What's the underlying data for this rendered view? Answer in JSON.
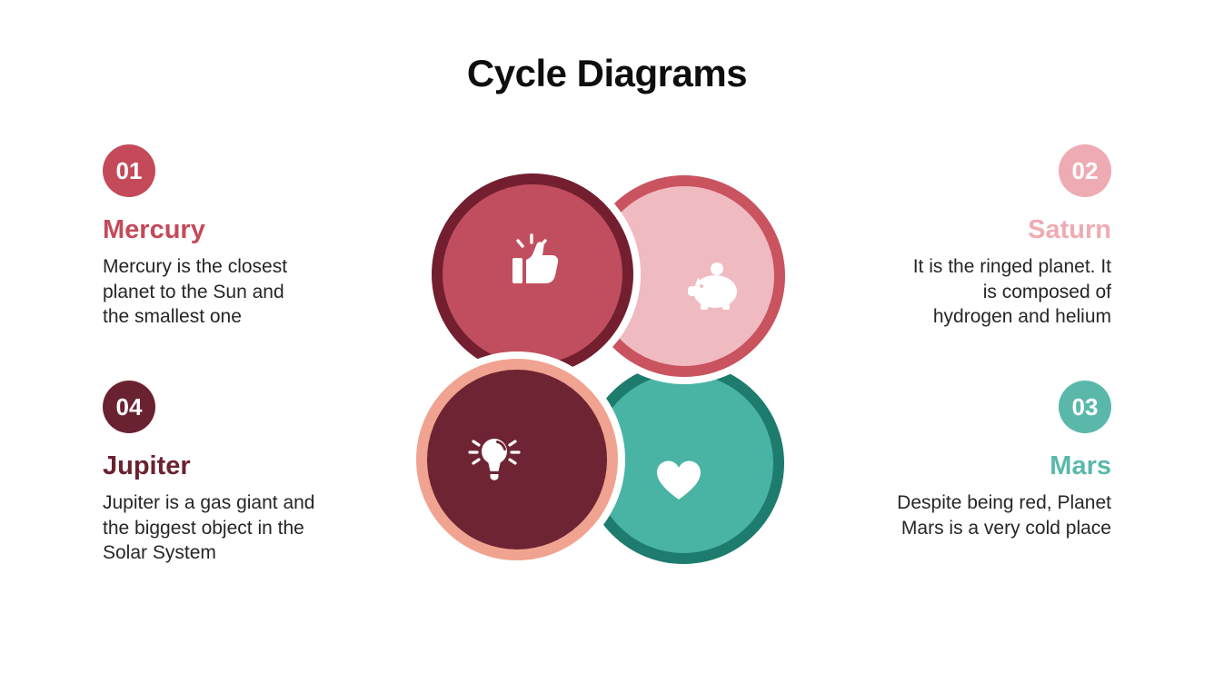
{
  "title": "Cycle Diagrams",
  "items": [
    {
      "number": "01",
      "name": "Mercury",
      "description": "Mercury is the closest\nplanet to the Sun and\nthe smallest one",
      "color": "#c44a5a"
    },
    {
      "number": "02",
      "name": "Saturn",
      "description": "It is the ringed planet. It\nis composed of\nhydrogen and helium",
      "color": "#efabb3"
    },
    {
      "number": "03",
      "name": "Mars",
      "description": "Despite being red, Planet\nMars is a very cold place",
      "color": "#5ab8ab"
    },
    {
      "number": "04",
      "name": "Jupiter",
      "description": "Jupiter is a gas giant and\nthe biggest object in the\nSolar System",
      "color": "#6b2230"
    }
  ],
  "diagram": {
    "halo": "#ffffff",
    "icon_color": "#ffffff",
    "circles": [
      {
        "id": "mercury",
        "icon": "thumbs-up-icon",
        "fill": "#c14e5e",
        "border": "#731f30"
      },
      {
        "id": "saturn",
        "icon": "piggy-bank-icon",
        "fill": "#f0bac1",
        "border": "#c9535f"
      },
      {
        "id": "mars",
        "icon": "heart-icon",
        "fill": "#49b3a4",
        "border": "#1d7c6e"
      },
      {
        "id": "jupiter",
        "icon": "light-bulb-icon",
        "fill": "#6e2433",
        "border": "#f0a390"
      }
    ]
  },
  "text_color": "#262626",
  "title_color": "#0e0e0e"
}
